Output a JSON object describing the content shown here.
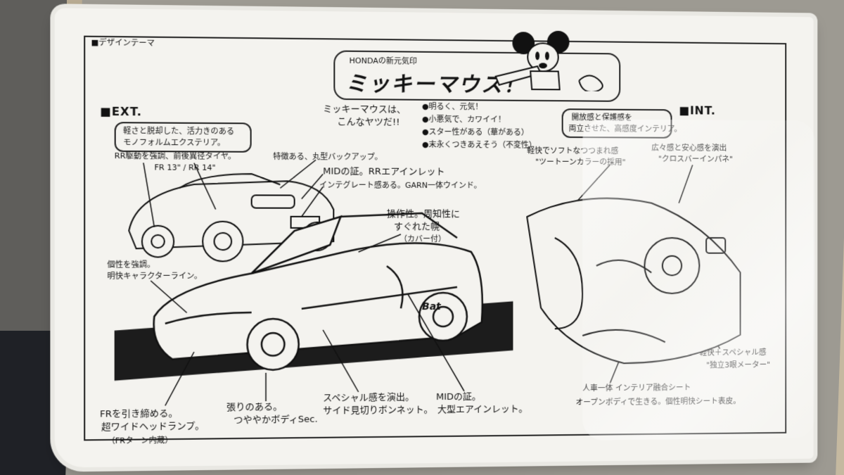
{
  "header": {
    "design_theme": "デザインテーマ",
    "honda_sub": "HONDAの新元気印",
    "title": "ミッキーマウス！"
  },
  "ext": {
    "heading": "EXT.",
    "desc_line1": "軽さと脱却した、活力きのある",
    "desc_line2": "モノフォルムエクステリア。"
  },
  "mickey_intro": {
    "line1": "ミッキーマウスは、",
    "line2": "こんなヤツだ!!"
  },
  "traits": [
    "明るく、元気！",
    "小悪気で、カワイイ！",
    "スター性がある（華がある）",
    "末永くつきあえそう（不変性）"
  ],
  "int": {
    "heading": "INT.",
    "desc_line1": "開放感と保護感を",
    "desc_line2": "両立させた、高感度インテリア。"
  },
  "callouts": {
    "rr_wheels_1": "RR駆動を強調、前後異径タイヤ。",
    "rr_wheels_2": "FR 13\" / RR 14\"",
    "backup": "特徴ある、丸型バックアップ。",
    "mid_inlet": "MIDの証。RRエアインレット",
    "integrated": "インテグレート感ある。GARN一体ウインド。",
    "op_top_1": "操作性。周知性に",
    "op_top_2": "すぐれた幌",
    "op_top_3": "（カバー付）",
    "character_1": "個性を強調。",
    "character_2": "明快キャラクターライン。",
    "headlamp_1": "FRを引き締める。",
    "headlamp_2": "超ワイドヘッドランプ。",
    "headlamp_3": "（FRターン内蔵）",
    "body_sec_1": "張りのある。",
    "body_sec_2": "つややかボディSec.",
    "bonnet_1": "スペシャル感を演出。",
    "bonnet_2": "サイド見切りボンネット。",
    "mid_large_1": "MIDの証。",
    "mid_large_2": "大型エアインレット。",
    "soft_1": "軽快でソフトなつつまれ感",
    "soft_2": "\"ツートーンカラーの採用\"",
    "spacious_1": "広々感と安心感を演出",
    "spacious_2": "\"クロスバーインパネ\"",
    "meter_1": "軽快＋スペシャル感",
    "meter_2": "\"独立3眼メーター\"",
    "seat_1": "人車一体 インテリア融合シート",
    "seat_2": "オープンボディで生きる。個性明快シート表皮。"
  },
  "badge": "Bat",
  "colors": {
    "paper": "#f4f3ef",
    "ink": "#111111",
    "road": "#1c1c1c"
  }
}
